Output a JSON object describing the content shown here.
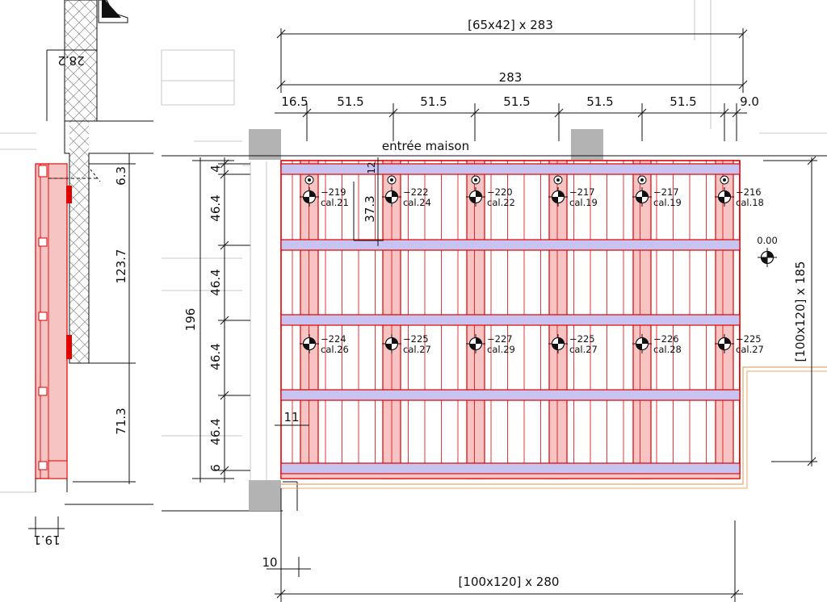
{
  "dimensions": {
    "top_overall": "[65x42]  x  283",
    "width_total": "283",
    "segments": [
      "16.5",
      "51.5",
      "51.5",
      "51.5",
      "51.5",
      "51.5",
      "9.0"
    ],
    "left_total": "196",
    "left_segments": [
      "4",
      "46.4",
      "46.4",
      "46.4",
      "46.4",
      "6"
    ],
    "spacing_37": "37.3",
    "spacing_12": "12",
    "right_vertical": "[100x120]  x  185",
    "bottom_overall": "[100x120]  x  280",
    "bottom_10": "10",
    "left_11": "11",
    "section_top": "28.2",
    "section_6_3": "6.3",
    "section_123_7": "123.7",
    "section_71_3": "71.3",
    "section_bottom": "19.1"
  },
  "labels": {
    "entrance": "entrée maison",
    "reference_level": "0.00"
  },
  "markers_top": [
    {
      "level": "−219",
      "cal": "cal.21"
    },
    {
      "level": "−222",
      "cal": "cal.24"
    },
    {
      "level": "−220",
      "cal": "cal.22"
    },
    {
      "level": "−217",
      "cal": "cal.19"
    },
    {
      "level": "−217",
      "cal": "cal.19"
    },
    {
      "level": "−216",
      "cal": "cal.18"
    }
  ],
  "markers_bottom": [
    {
      "level": "−224",
      "cal": "cal.26"
    },
    {
      "level": "−225",
      "cal": "cal.27"
    },
    {
      "level": "−227",
      "cal": "cal.29"
    },
    {
      "level": "−225",
      "cal": "cal.27"
    },
    {
      "level": "−226",
      "cal": "cal.28"
    },
    {
      "level": "−225",
      "cal": "cal.27"
    }
  ],
  "colors": {
    "beam_red": "#e00000",
    "beam_fill": "#f7c4c4",
    "joist_fill": "#c9c3f2",
    "pillar": "#b3b3b3",
    "orange_outline": "#e9a86a"
  }
}
